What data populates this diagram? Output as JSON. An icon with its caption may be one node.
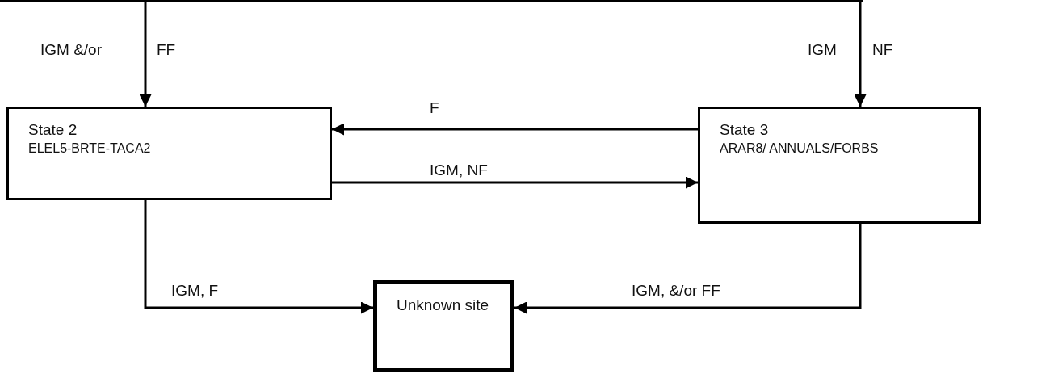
{
  "diagram": {
    "nodes": [
      {
        "text": [
          "State 2",
          "ELEL5-BRTE-TACA2"
        ]
      },
      {
        "text": [
          "State 3",
          "ARAR8/ ANNUALS/FORBS"
        ]
      },
      {
        "text": [
          "Unknown site"
        ]
      }
    ],
    "edges": [
      {
        "from": null,
        "to": 0,
        "arrow": "to"
      },
      {
        "from": null,
        "to": 1,
        "arrow": "to"
      },
      {
        "from": 1,
        "to": 0,
        "arrow": "to",
        "label": "F"
      },
      {
        "from": 0,
        "to": 1,
        "arrow": "to",
        "label": "IGM, NF"
      },
      {
        "from": 0,
        "to": 2,
        "arrow": "to",
        "label": "IGM, F"
      },
      {
        "from": 1,
        "to": 2,
        "arrow": "to",
        "label": "IGM, &/or  FF"
      }
    ],
    "labels": [
      "IGM &/or",
      "FF",
      "IGM",
      "NF"
    ]
  }
}
